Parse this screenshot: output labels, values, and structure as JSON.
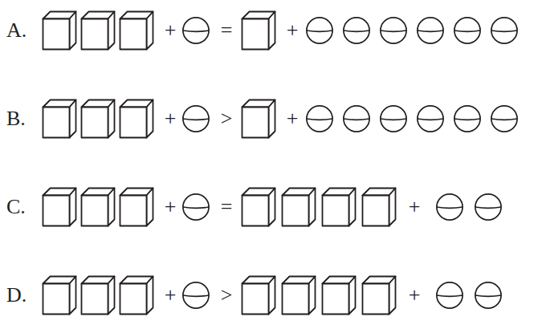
{
  "diagram": {
    "labels": [
      "A.",
      "+",
      "=",
      "+",
      "B.",
      "+",
      ">",
      "+",
      "C.",
      "+",
      "=",
      "+",
      "D.",
      "+",
      ">",
      "+"
    ]
  }
}
